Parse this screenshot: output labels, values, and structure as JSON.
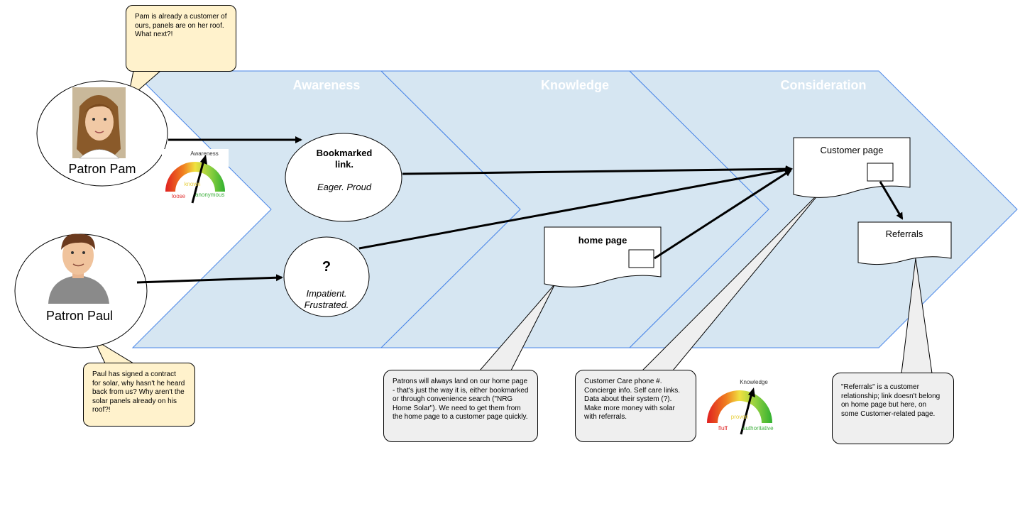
{
  "stages": [
    "Awareness",
    "Knowledge",
    "Consideration"
  ],
  "personas": {
    "pam": {
      "name": "Patron Pam"
    },
    "paul": {
      "name": "Patron Paul"
    }
  },
  "nodes": {
    "bookmarked": {
      "title_line1": "Bookmarked",
      "title_line2": "link.",
      "emotion": "Eager. Proud"
    },
    "unknown": {
      "title": "?",
      "emotion_line1": "Impatient.",
      "emotion_line2": "Frustrated."
    },
    "home_page": {
      "title": "home page"
    },
    "customer_page": {
      "title": "Customer page"
    },
    "referrals": {
      "title": "Referrals"
    }
  },
  "gauges": {
    "awareness": {
      "title": "Awareness",
      "left": "loose",
      "middle": "known",
      "right": "anonymous"
    },
    "knowledge": {
      "title": "Knowledge",
      "left": "fluff",
      "middle": "proven",
      "right": "authoritative"
    }
  },
  "callouts": {
    "pam": "Pam is already a customer of ours, panels are on her roof. What next?!",
    "paul": "Paul has signed a contract for solar, why hasn't he heard back from us? Why aren't the solar panels already on his roof?!",
    "home": "Patrons will always land on our home page - that's just the way it is, either bookmarked or through convenience search (\"NRG Home Solar\"). We need to get them from the home page to a customer page quickly.",
    "customer": "Customer Care phone #. Concierge info. Self care links. Data about their system (?). Make more money with solar with referrals.",
    "referrals": "\"Referrals\" is a customer relationship; link doesn't belong on home page but here, on some Customer-related page."
  },
  "colors": {
    "stage_fill": "#d6e6f2",
    "stage_stroke": "#4a86e8",
    "callout_yellow": "#fff2cc",
    "callout_gray": "#efefef"
  }
}
